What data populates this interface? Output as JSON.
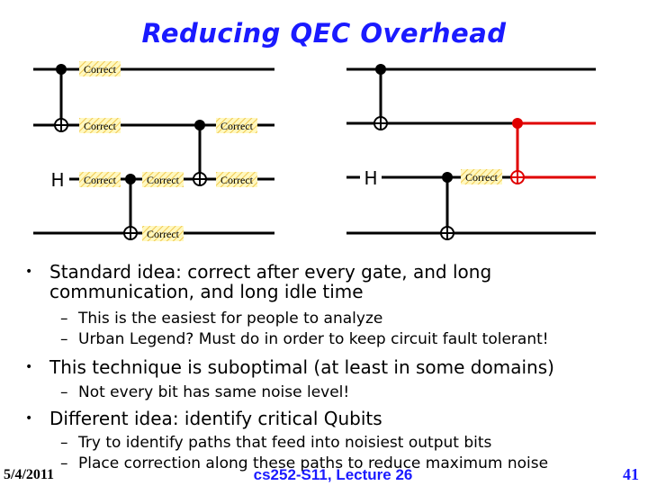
{
  "title": "Reducing QEC Overhead",
  "diagram": {
    "correct_label": "Correct",
    "h_label": "H"
  },
  "bullets": [
    {
      "text": "Standard idea: correct after every gate, and long communication, and long idle time",
      "line1": "Standard idea: correct after every gate, and long",
      "line2": "communication, and long idle time",
      "subs": [
        "This is the easiest for people to analyze",
        "Urban Legend?  Must do in order to keep circuit fault tolerant!"
      ]
    },
    {
      "text": "This technique is suboptimal (at least in some domains)",
      "subs": [
        "Not every bit has same noise level!"
      ]
    },
    {
      "text": "Different idea: identify critical Qubits",
      "subs": [
        "Try to identify paths that feed into noisiest output bits",
        "Place correction along these paths to reduce maximum noise"
      ]
    }
  ],
  "footer": {
    "date": "5/4/2011",
    "course": "cs252-S11, Lecture 26",
    "page": "41"
  },
  "colors": {
    "title": "#1a1aff",
    "wire": "#000000",
    "highlight": "#e00000",
    "correct_fill": "#fff8c0",
    "correct_stripe": "#f0d060"
  }
}
